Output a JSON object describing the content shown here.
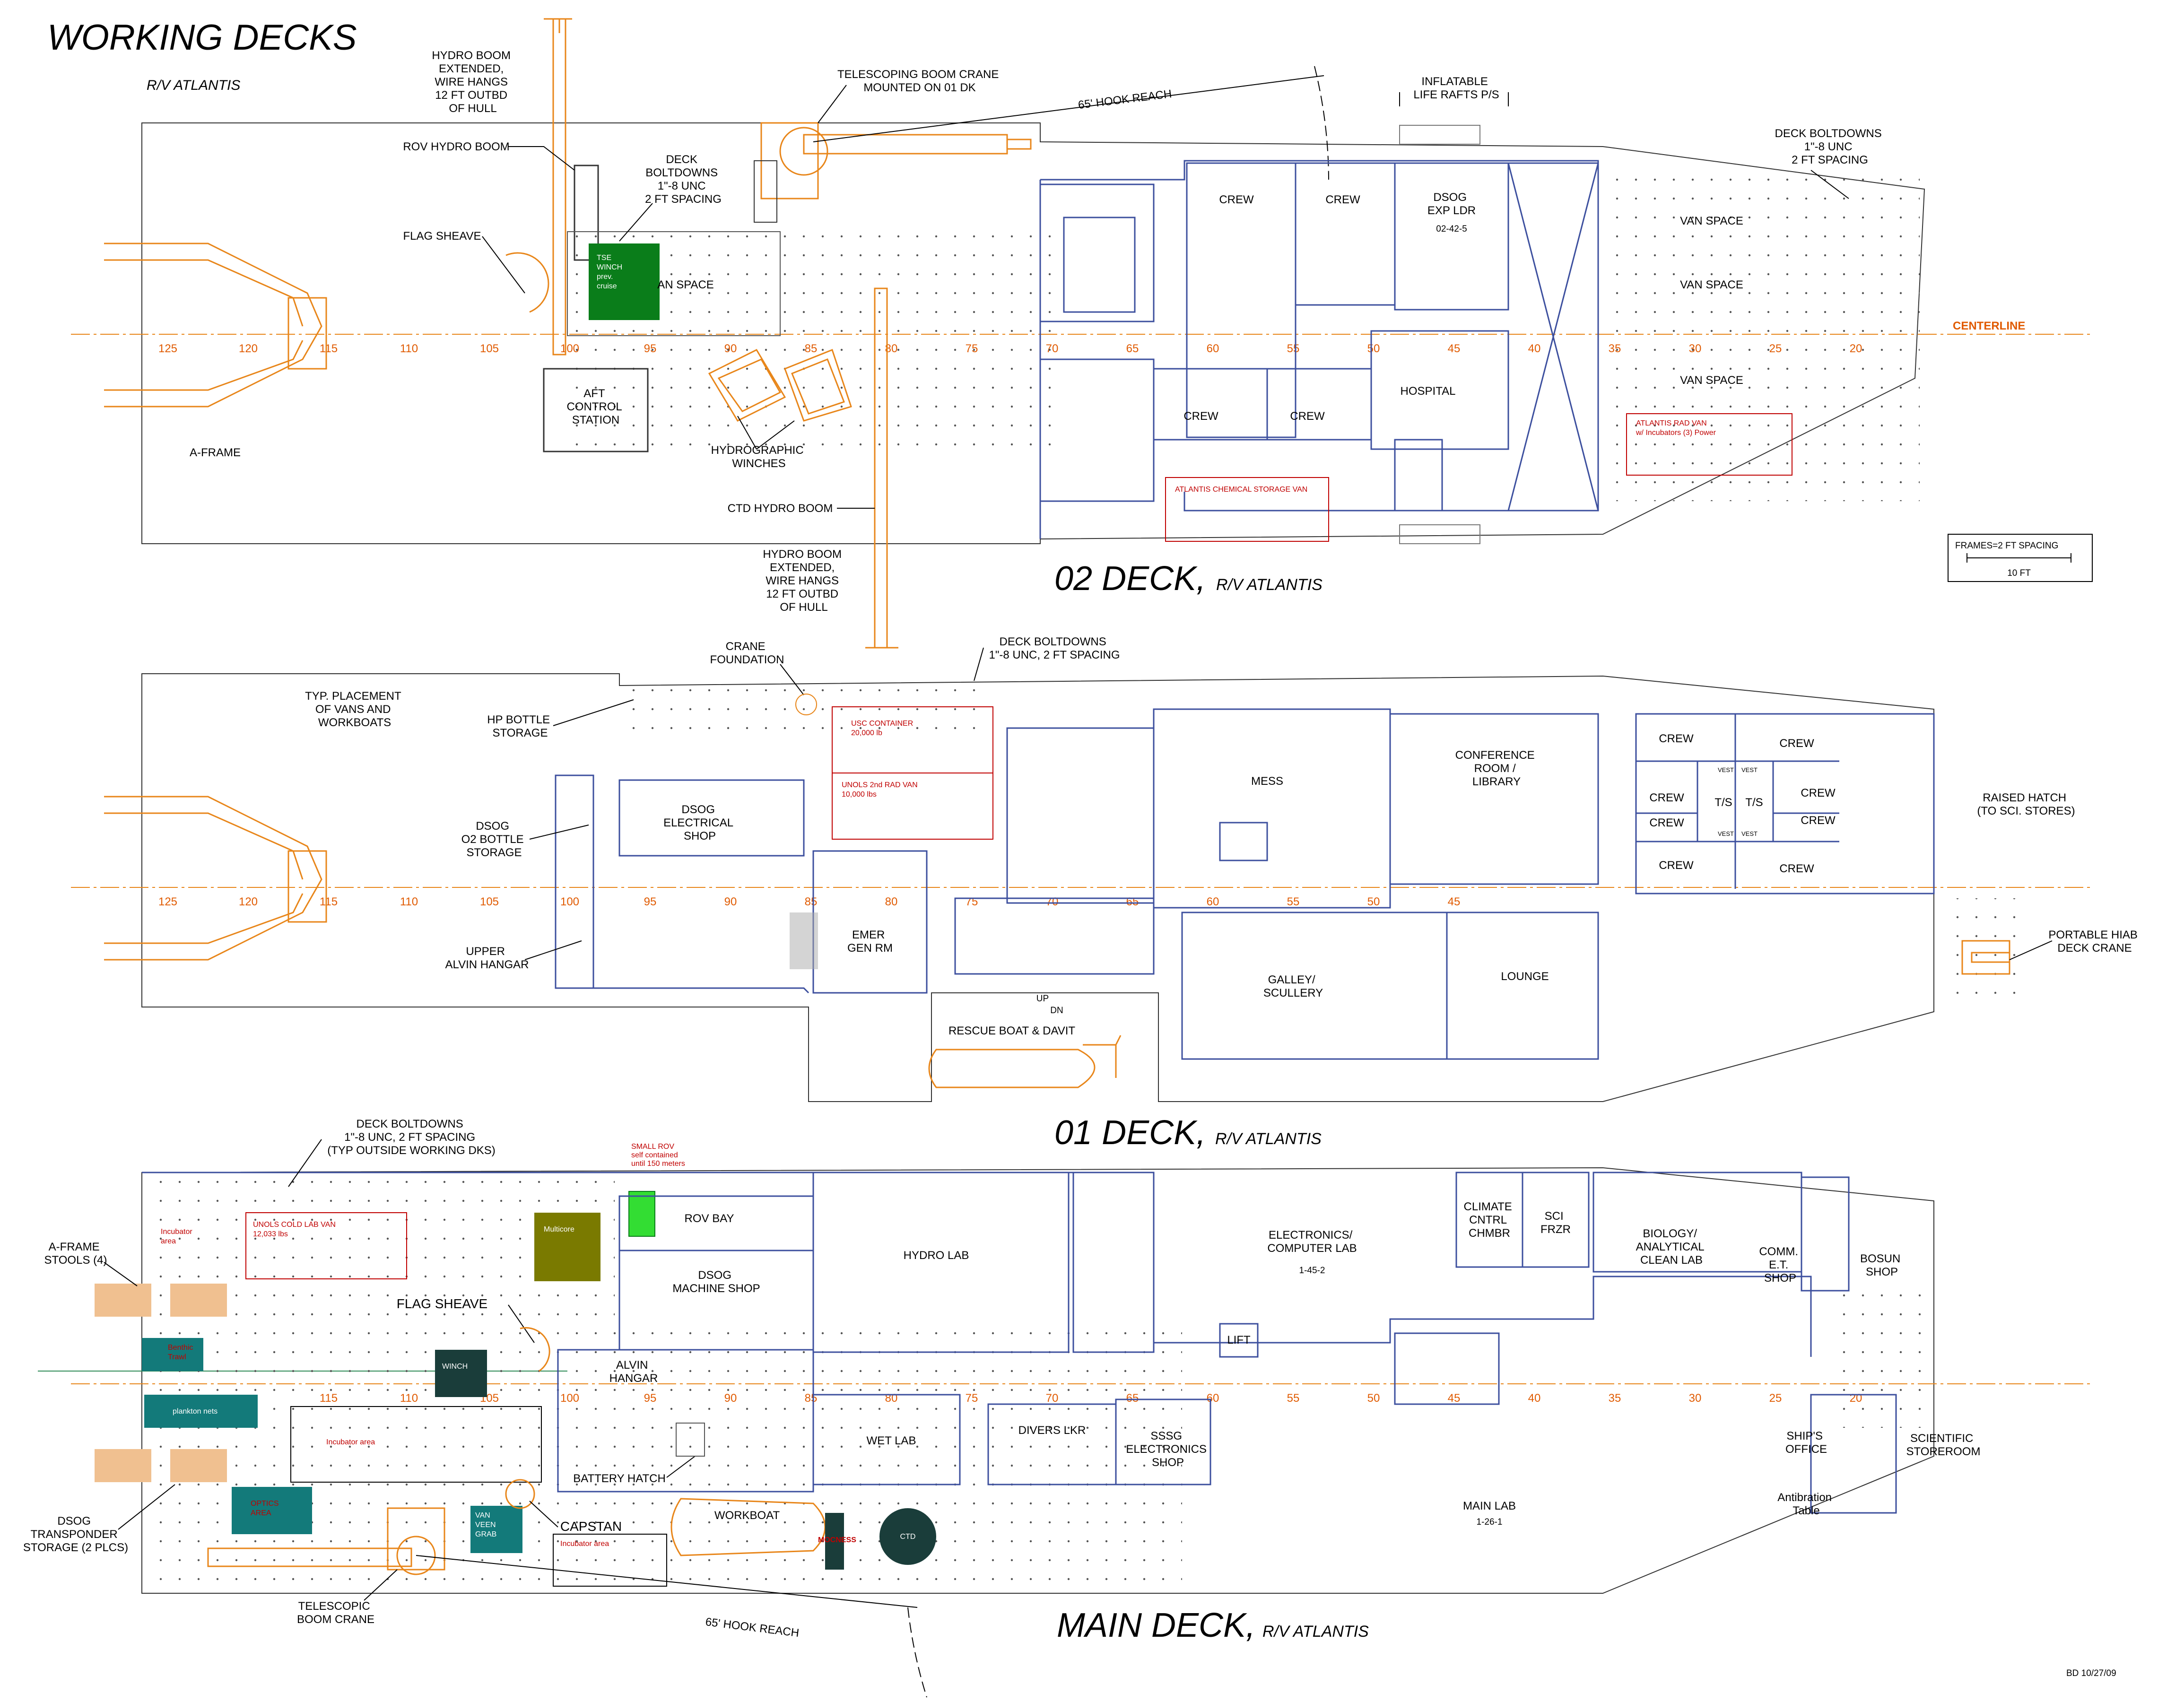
{
  "title": "WORKING DECKS",
  "subtitle": "R/V ATLANTIS",
  "scale": {
    "label": "FRAMES=2 FT SPACING",
    "value": "10 FT"
  },
  "revision": "BD 10/27/09",
  "colors": {
    "walls": "#3c4f9e",
    "equipment": "#e8861a",
    "centerline": "#e8861a",
    "reduced_items": "#c00000",
    "teal": "#137a7a",
    "green": "#0a7d1a"
  },
  "decks": {
    "d02": {
      "title": "02 DECK,",
      "subtitle": "R/V ATLANTIS",
      "centerline": "CENTERLINE",
      "frames": [
        "125",
        "120",
        "115",
        "110",
        "105",
        "100",
        "95",
        "90",
        "85",
        "80",
        "75",
        "70",
        "65",
        "60",
        "55",
        "50",
        "45",
        "40",
        "35",
        "30",
        "25",
        "20"
      ],
      "labels": {
        "hydro_boom_top": [
          "HYDRO BOOM",
          "EXTENDED,",
          "WIRE HANGS",
          "12 FT OUTBD",
          "OF HULL"
        ],
        "rov_hydro_boom": "ROV HYDRO BOOM",
        "flag_sheave": "FLAG SHEAVE",
        "deck_boltdowns": [
          "DECK",
          "BOLTDOWNS",
          "1\"-8 UNC",
          "2 FT SPACING"
        ],
        "tse_winch": [
          "TSE",
          "WINCH",
          "prev.",
          "cruise"
        ],
        "van_space_aft": "AN SPACE",
        "aft_control": [
          "AFT",
          "CONTROL",
          "STATION"
        ],
        "a_frame": "A-FRAME",
        "hydrographic_winches": [
          "HYDROGRAPHIC",
          "WINCHES"
        ],
        "ctd_hydro_boom": "CTD HYDRO BOOM",
        "hydro_boom_bottom": [
          "HYDRO BOOM",
          "EXTENDED,",
          "WIRE HANGS",
          "12 FT OUTBD",
          "OF HULL"
        ],
        "telescoping_crane": [
          "TELESCOPING BOOM CRANE",
          "MOUNTED ON 01 DK"
        ],
        "hook_reach": "65' HOOK REACH",
        "life_rafts": [
          "INFLATABLE",
          "LIFE RAFTS P/S"
        ],
        "deck_boltdowns_fwd": [
          "DECK BOLTDOWNS",
          "1\"-8 UNC",
          "2 FT SPACING"
        ],
        "crew_1": "CREW",
        "crew_2": "CREW",
        "dsog": [
          "DSOG",
          "EXP LDR"
        ],
        "dsog_num": "02-42-5",
        "crew_3": "CREW",
        "crew_4": "CREW",
        "hospital": "HOSPITAL",
        "van_space_1": "VAN SPACE",
        "van_space_2": "VAN SPACE",
        "van_space_3": "VAN SPACE",
        "rad_van": [
          "ATLANTIS RAD VAN",
          "w/ Incubators (3) Power"
        ],
        "chem_van": "ATLANTIS CHEMICAL STORAGE VAN"
      }
    },
    "d01": {
      "title": "01 DECK,",
      "subtitle": "R/V ATLANTIS",
      "frames": [
        "125",
        "120",
        "115",
        "110",
        "105",
        "100",
        "95",
        "90",
        "85",
        "80",
        "75",
        "70",
        "65",
        "60",
        "55",
        "50",
        "45"
      ],
      "labels": {
        "typ_placement": [
          "TYP. PLACEMENT",
          "OF VANS AND",
          "WORKBOATS"
        ],
        "hp_bottle": [
          "HP BOTTLE",
          "STORAGE"
        ],
        "crane_foundation": [
          "CRANE",
          "FOUNDATION"
        ],
        "deck_boltdowns": [
          "DECK BOLTDOWNS",
          "1\"-8 UNC, 2 FT SPACING"
        ],
        "usc_container": [
          "USC CONTAINER",
          "20,000 lb"
        ],
        "unols_rad_van": [
          "UNOLS 2nd RAD VAN",
          "10,000 lbs"
        ],
        "dsog_o2": [
          "DSOG",
          "O2 BOTTLE",
          "STORAGE"
        ],
        "dsog_electrical": [
          "DSOG",
          "ELECTRICAL",
          "SHOP"
        ],
        "upper_alvin": [
          "UPPER",
          "ALVIN HANGAR"
        ],
        "emer_gen": [
          "EMER",
          "GEN RM"
        ],
        "up": "UP",
        "dn": "DN",
        "rescue_boat": "RESCUE BOAT & DAVIT",
        "mess": "MESS",
        "conference": [
          "CONFERENCE",
          "ROOM /",
          "LIBRARY"
        ],
        "galley": [
          "GALLEY/",
          "SCULLERY"
        ],
        "lounge": "LOUNGE",
        "crew": [
          "CREW",
          "CREW",
          "CREW",
          "CREW",
          "CREW",
          "CREW",
          "CREW",
          "CREW"
        ],
        "ts_1": "T/S",
        "ts_2": "T/S",
        "vest": "VEST",
        "raised_hatch": [
          "RAISED HATCH",
          "(TO SCI. STORES)"
        ],
        "hiab": [
          "PORTABLE HIAB",
          "DECK CRANE"
        ]
      }
    },
    "main": {
      "title": "MAIN DECK,",
      "subtitle": "R/V ATLANTIS",
      "frames": [
        "115",
        "110",
        "105",
        "100",
        "95",
        "90",
        "85",
        "80",
        "75",
        "70",
        "65",
        "60",
        "55",
        "50",
        "45",
        "40",
        "35",
        "30",
        "25",
        "20"
      ],
      "labels": {
        "deck_boltdowns": [
          "DECK BOLTDOWNS",
          "1\"-8 UNC,  2 FT SPACING",
          "(TYP OUTSIDE WORKING DKS)"
        ],
        "small_rov": [
          "SMALL ROV",
          "self contained",
          "until 150 meters"
        ],
        "a_frame_stools": [
          "A-FRAME",
          "STOOLS (4)"
        ],
        "incubator_area_1": [
          "Incubator",
          "area"
        ],
        "unols_cold_van": [
          "UNOLS COLD LAB VAN",
          "12,033 lbs"
        ],
        "multicore": "Multicore",
        "rov_bay": "ROV BAY",
        "dsog_machine": [
          "DSOG",
          "MACHINE SHOP"
        ],
        "flag_sheave": "FLAG SHEAVE",
        "benthic_trawl": [
          "Benthic",
          "Trawl"
        ],
        "winch": "WINCH",
        "plankton_nets": "plankton nets",
        "incubator_area_2": "Incubator area",
        "alvin_hangar": [
          "ALVIN",
          "HANGAR"
        ],
        "battery_hatch": "BATTERY HATCH",
        "optics_area": [
          "OPTICS",
          "AREA"
        ],
        "van_veen": [
          "VAN",
          "VEEN",
          "GRAB"
        ],
        "capstan": "CAPSTAN",
        "incubator_area_3": "Incubator area",
        "workboat": "WORKBOAT",
        "mocness": "MOCNESS",
        "ctd": "CTD",
        "dsog_transponder": [
          "DSOG",
          "TRANSPONDER",
          "STORAGE (2 PLCS)"
        ],
        "telescopic_crane": [
          "TELESCOPIC",
          "BOOM CRANE"
        ],
        "hook_reach": "65' HOOK REACH",
        "hydro_lab": "HYDRO LAB",
        "wet_lab": "WET LAB",
        "divers_lkr": "DIVERS LKR",
        "sssg": [
          "SSSG",
          "ELECTRONICS",
          "SHOP"
        ],
        "electronics_lab": [
          "ELECTRONICS/",
          "COMPUTER LAB"
        ],
        "electronics_num": "1-45-2",
        "lift": "LIFT",
        "climate": [
          "CLIMATE",
          "CNTRL",
          "CHMBR"
        ],
        "sci_frzr": [
          "SCI",
          "FRZR"
        ],
        "biology_lab": [
          "BIOLOGY/",
          "ANALYTICAL",
          "CLEAN LAB"
        ],
        "comm_et": [
          "COMM.",
          "E.T.",
          "SHOP"
        ],
        "bosun": [
          "BOSUN",
          "SHOP"
        ],
        "main_lab": "MAIN LAB",
        "main_lab_num": "1-26-1",
        "ships_office": [
          "SHIP'S",
          "OFFICE"
        ],
        "antibration": [
          "Antibration",
          "Table"
        ],
        "sci_storeroom": [
          "SCIENTIFIC",
          "STOREROOM"
        ]
      }
    }
  }
}
